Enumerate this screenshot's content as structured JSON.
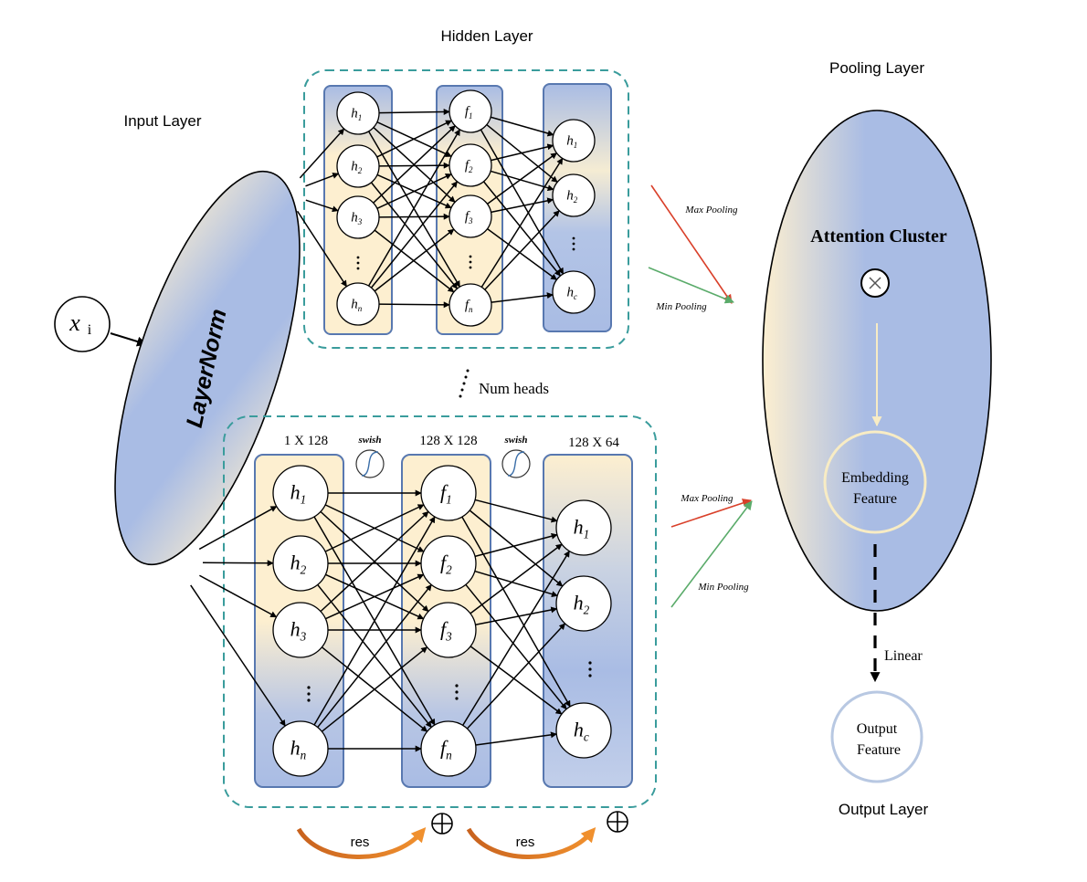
{
  "labels": {
    "hidden_layer": "Hidden Layer",
    "input_layer": "Input Layer",
    "pooling_layer": "Pooling Layer",
    "output_layer": "Output Layer",
    "layernorm": "LayerNorm",
    "num_heads": "Num heads",
    "attention_cluster": "Attention Cluster",
    "embedding_feature_line1": "Embedding",
    "embedding_feature_line2": "Feature",
    "output_feature_line1": "Output",
    "output_feature_line2": "Feature",
    "linear": "Linear",
    "res": "res",
    "swish": "swish",
    "max_pooling": "Max Pooling",
    "min_pooling": "Min Pooling",
    "dims": [
      "1 X 128",
      "128 X 128",
      "128 X 64"
    ],
    "input_symbol": "x",
    "input_sub": "i"
  },
  "top_head": {
    "col1": [
      {
        "base": "h",
        "sub": "1"
      },
      {
        "base": "h",
        "sub": "2"
      },
      {
        "base": "h",
        "sub": "3"
      },
      {
        "base": "h",
        "sub": "n"
      }
    ],
    "col2": [
      {
        "base": "f",
        "sub": "1"
      },
      {
        "base": "f",
        "sub": "2"
      },
      {
        "base": "f",
        "sub": "3"
      },
      {
        "base": "f",
        "sub": "n"
      }
    ],
    "col3": [
      {
        "base": "h",
        "sub": "1"
      },
      {
        "base": "h",
        "sub": "2"
      },
      {
        "base": "h",
        "sub": "c"
      }
    ]
  },
  "bottom_head": {
    "col1": [
      {
        "base": "h",
        "sub": "1"
      },
      {
        "base": "h",
        "sub": "2"
      },
      {
        "base": "h",
        "sub": "3"
      },
      {
        "base": "h",
        "sub": "n"
      }
    ],
    "col2": [
      {
        "base": "f",
        "sub": "1"
      },
      {
        "base": "f",
        "sub": "2"
      },
      {
        "base": "f",
        "sub": "3"
      },
      {
        "base": "f",
        "sub": "n"
      }
    ],
    "col3": [
      {
        "base": "h",
        "sub": "1"
      },
      {
        "base": "h",
        "sub": "2"
      },
      {
        "base": "h",
        "sub": "c"
      }
    ]
  },
  "colors": {
    "blue": "#aebfe4",
    "cream": "#fdefd0",
    "column_stroke": "#5878b0",
    "dashed_box": "#3a9c9c",
    "max_pool_arrow": "#d9402a",
    "min_pool_arrow": "#5aab6a",
    "res_arrow": "#e07a2a",
    "feature_ring": "#f8ecc4",
    "output_ring": "#b8c8e2"
  }
}
